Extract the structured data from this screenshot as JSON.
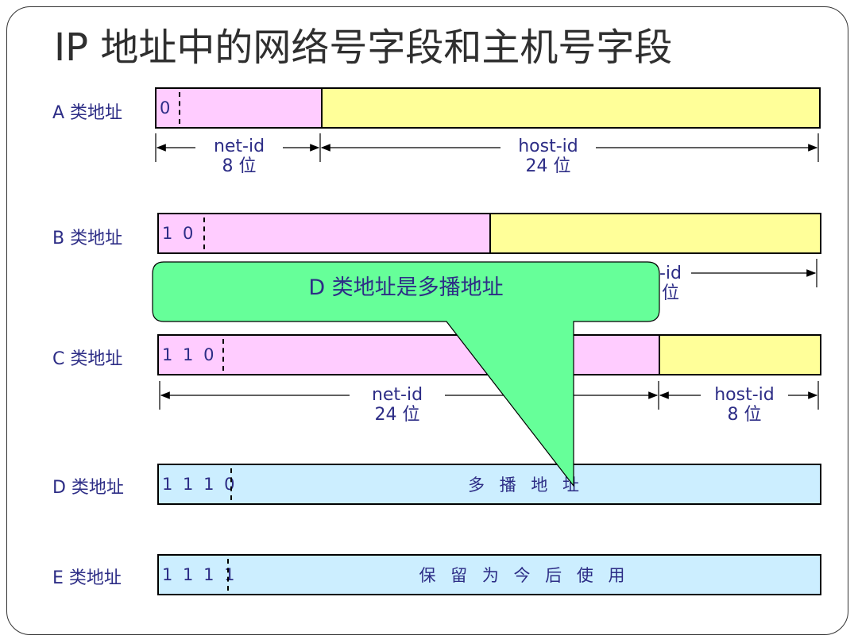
{
  "title": "IP 地址中的网络号字段和主机号字段",
  "rows": [
    {
      "label": "A 类地址",
      "bits": "0"
    },
    {
      "label": "B 类地址",
      "bits": "1 0"
    },
    {
      "label": "C 类地址",
      "bits": "1 1 0"
    },
    {
      "label": "D 类地址",
      "bits": "1 1 1 0",
      "text": "多 播 地 址"
    },
    {
      "label": "E 类地址",
      "bits": "1 1 1 1",
      "text": "保 留 为 今 后 使 用"
    }
  ],
  "dimensions": {
    "a_net": "net-id",
    "a_net_bits": "8 位",
    "a_host": "host-id",
    "a_host_bits": "24 位",
    "b_host_frag": "-id",
    "b_host_bits_frag": "位",
    "c_net": "net-id",
    "c_net_bits": "24 位",
    "c_host": "host-id",
    "c_host_bits": "8 位"
  },
  "callout": {
    "text": "D 类地址是多播地址"
  },
  "colors": {
    "net": "#ffccff",
    "host": "#ffff99",
    "special": "#cceeff",
    "callout": "#66ff99",
    "label": "#2d2d86"
  }
}
